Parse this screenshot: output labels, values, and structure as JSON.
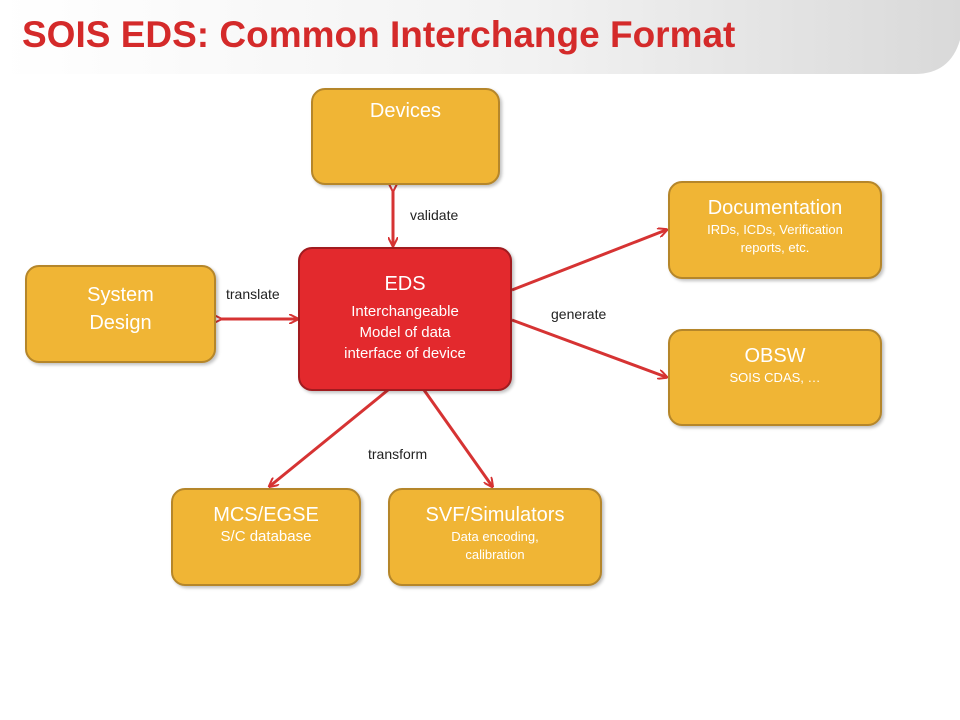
{
  "header": {
    "title": "SOIS EDS: Common Interchange Format"
  },
  "nodes": {
    "devices": {
      "title": "Devices"
    },
    "eds": {
      "title": "EDS",
      "line1": "Interchangeable",
      "line2": "Model of data",
      "line3": "interface of device"
    },
    "system_design": {
      "line1": "System",
      "line2": "Design"
    },
    "documentation": {
      "title": "Documentation",
      "line1": "IRDs, ICDs, Verification",
      "line2": "reports, etc."
    },
    "obsw": {
      "title": "OBSW",
      "subtitle": "SOIS CDAS, …"
    },
    "mcs": {
      "title": "MCS/EGSE",
      "subtitle": "S/C database"
    },
    "svf": {
      "title": "SVF/Simulators",
      "line1": "Data encoding,",
      "line2": "calibration"
    }
  },
  "edges": {
    "validate": "validate",
    "translate": "translate",
    "generate": "generate",
    "transform": "transform"
  },
  "colors": {
    "title": "#d42a2a",
    "box_fill": "#f0b535",
    "box_border": "#b5862a",
    "eds_fill": "#e3292d",
    "arrow": "#d63333"
  }
}
